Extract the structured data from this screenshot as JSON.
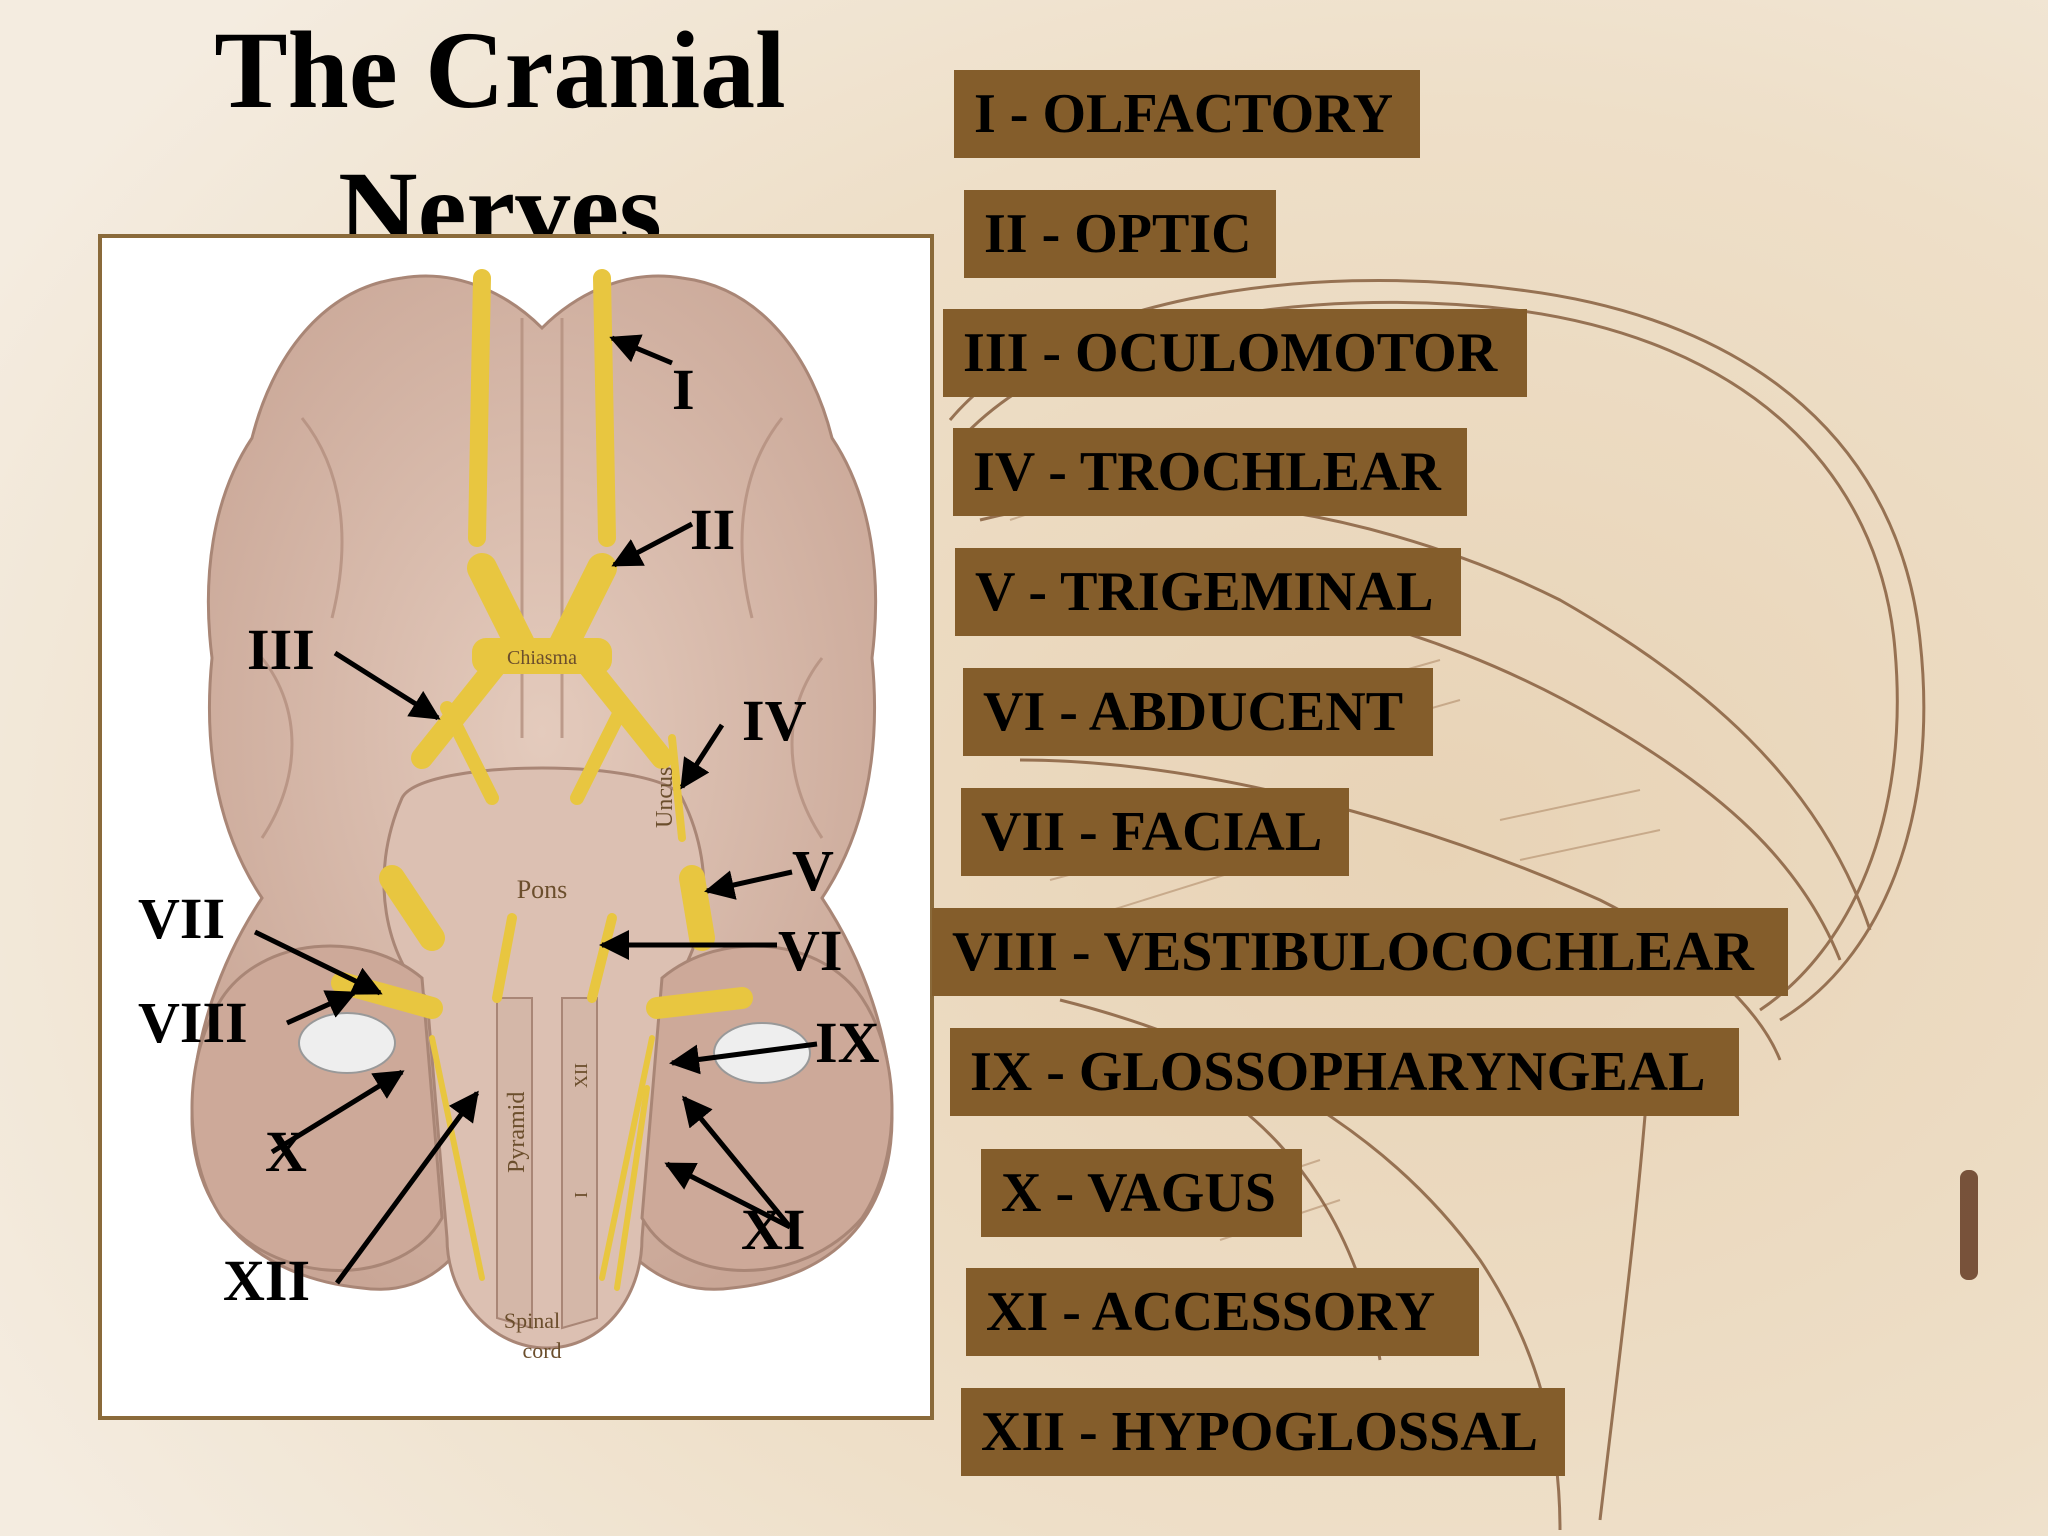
{
  "title": "The Cranial Nerves",
  "panel": {
    "labels": [
      "I",
      "II",
      "III",
      "IV",
      "V",
      "VI",
      "VII",
      "VIII",
      "IX",
      "X",
      "XI",
      "XII"
    ],
    "brain_text": {
      "chiasma": "Chiasma",
      "uncus": "Uncus",
      "pons": "Pons",
      "pyramid": "Pyramid",
      "spinal": "Spinal",
      "cord": "cord",
      "xii_small": "XII",
      "i_small": "I"
    }
  },
  "nerves": [
    "I - OLFACTORY",
    "II - OPTIC",
    "III - OCULOMOTOR",
    "IV - TROCHLEAR",
    "V - TRIGEMINAL",
    "VI - ABDUCENT",
    "VII - FACIAL",
    "VIII - VESTIBULOCOCHLEAR",
    "IX - GLOSSOPHARYNGEAL",
    "X - VAGUS",
    "XI - ACCESSORY",
    "XII - HYPOGLOSSAL"
  ],
  "colors": {
    "label_box": "#845d2b",
    "nerve": "#e8c640",
    "brain": "#d9bcae",
    "sketch": "#7a4f2e"
  }
}
